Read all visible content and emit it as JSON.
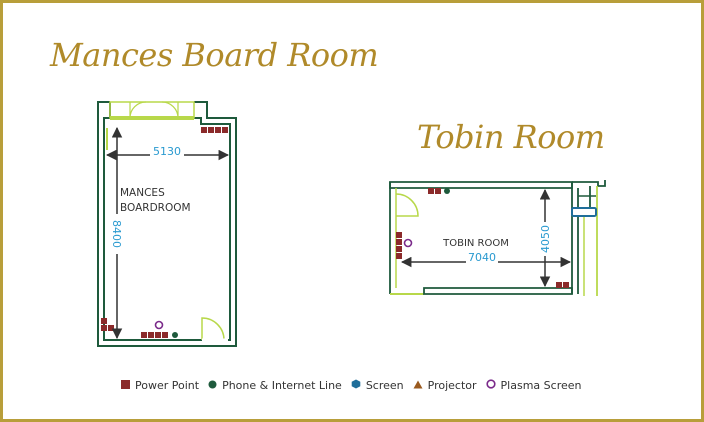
{
  "titles": {
    "mances": "Mances Board Room",
    "tobin": "Tobin Room"
  },
  "mances": {
    "room_label_line1": "MANCES",
    "room_label_line2": "BOARDROOM",
    "width_dim": "5130",
    "length_dim": "8400"
  },
  "tobin": {
    "room_label": "TOBIN ROOM",
    "width_dim": "7040",
    "length_dim": "4050"
  },
  "legend": [
    {
      "label": "Power Point",
      "icon": "square-icon",
      "color": "#8b2a2a"
    },
    {
      "label": "Phone & Internet Line",
      "icon": "circle-icon",
      "color": "#1e5a3c"
    },
    {
      "label": "Screen",
      "icon": "hexagon-icon",
      "color": "#1f6e9a"
    },
    {
      "label": "Projector",
      "icon": "triangle-icon",
      "color": "#9a5a1f"
    },
    {
      "label": "Plasma Screen",
      "icon": "ring-icon",
      "color": "#7a2a8a"
    }
  ],
  "colors": {
    "wall": "#1e5a3c",
    "wall_light": "#b8d84a",
    "dimension_text": "#2a9ad0",
    "title": "#b08a2a",
    "border": "#b89e3a"
  }
}
